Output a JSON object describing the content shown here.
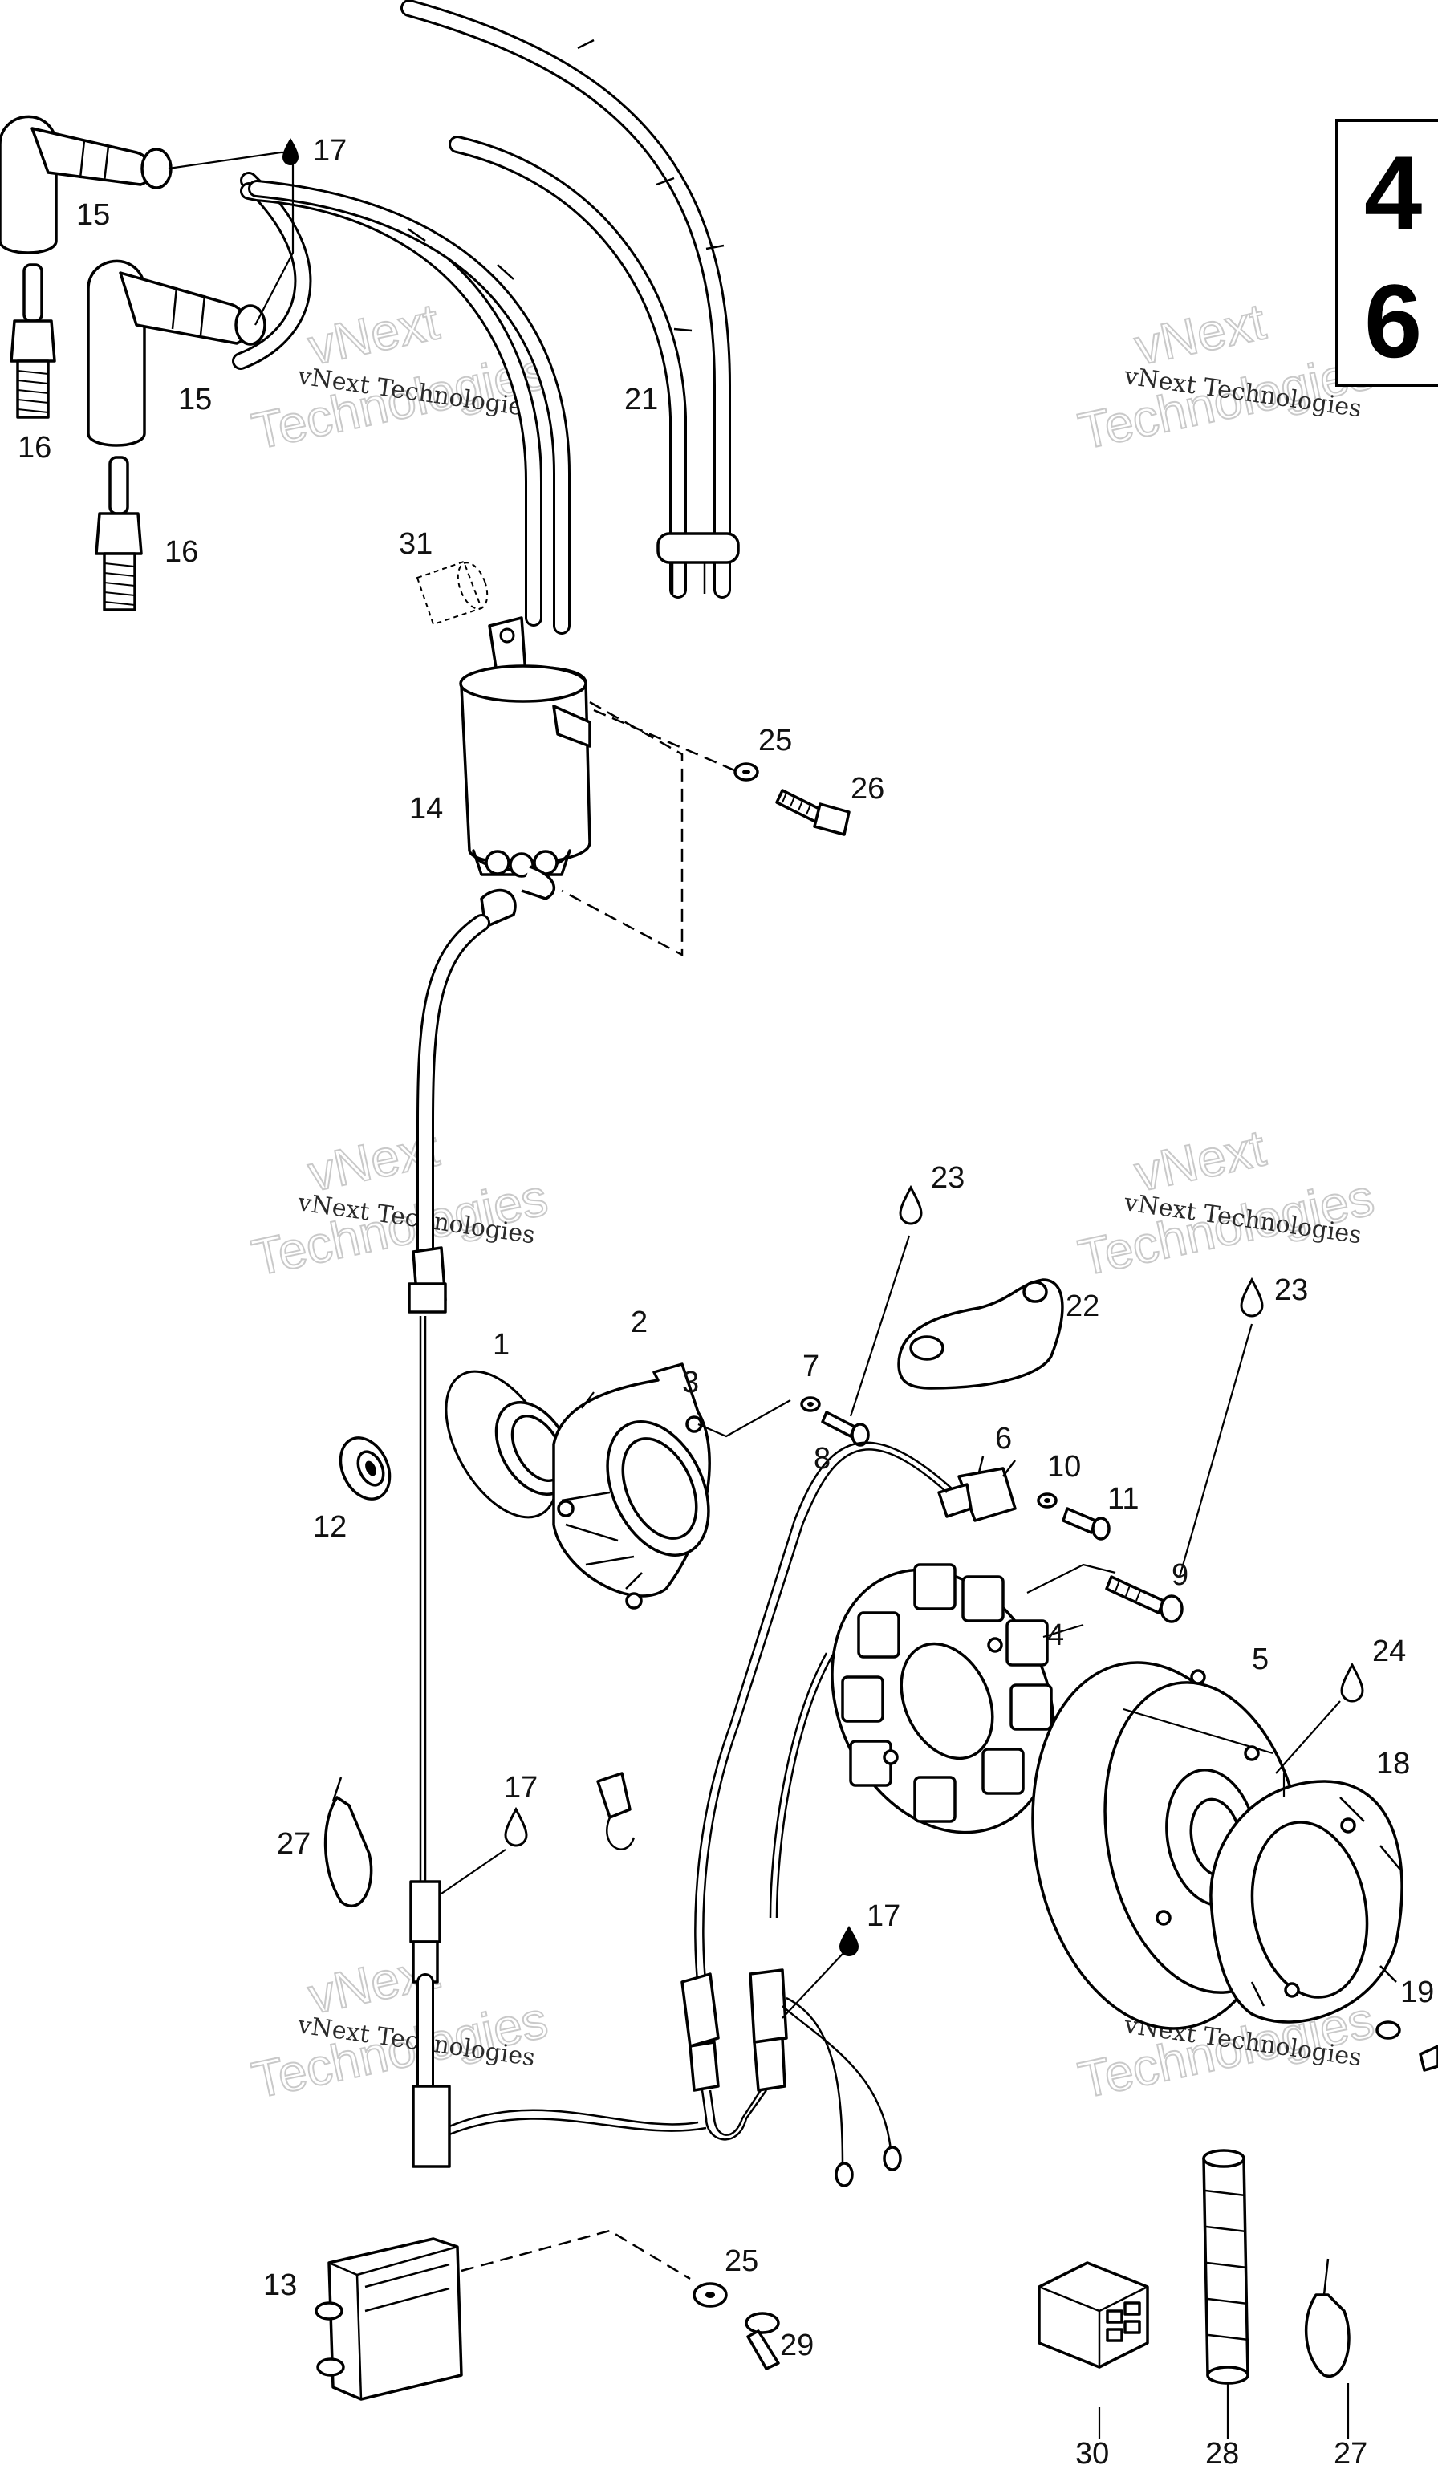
{
  "page_box": {
    "line1": "4",
    "line2": "6"
  },
  "watermark": {
    "small": "vNext Technologies",
    "big_top": "vNext",
    "big_bottom": "Technologies"
  },
  "callouts": {
    "c1": "1",
    "c2": "2",
    "c3": "3",
    "c4": "4",
    "c5": "5",
    "c6": "6",
    "c7": "7",
    "c8": "8",
    "c9": "9",
    "c10": "10",
    "c11": "11",
    "c12": "12",
    "c13": "13",
    "c14": "14",
    "c15a": "15",
    "c15b": "15",
    "c16a": "16",
    "c16b": "16",
    "c17a": "17",
    "c17b": "17",
    "c17c": "17",
    "c18": "18",
    "c19": "19",
    "c21": "21",
    "c22": "22",
    "c23a": "23",
    "c23b": "23",
    "c24": "24",
    "c25a": "25",
    "c25b": "25",
    "c26": "26",
    "c27a": "27",
    "c27b": "27",
    "c28": "28",
    "c29": "29",
    "c30": "30",
    "c31": "31"
  }
}
